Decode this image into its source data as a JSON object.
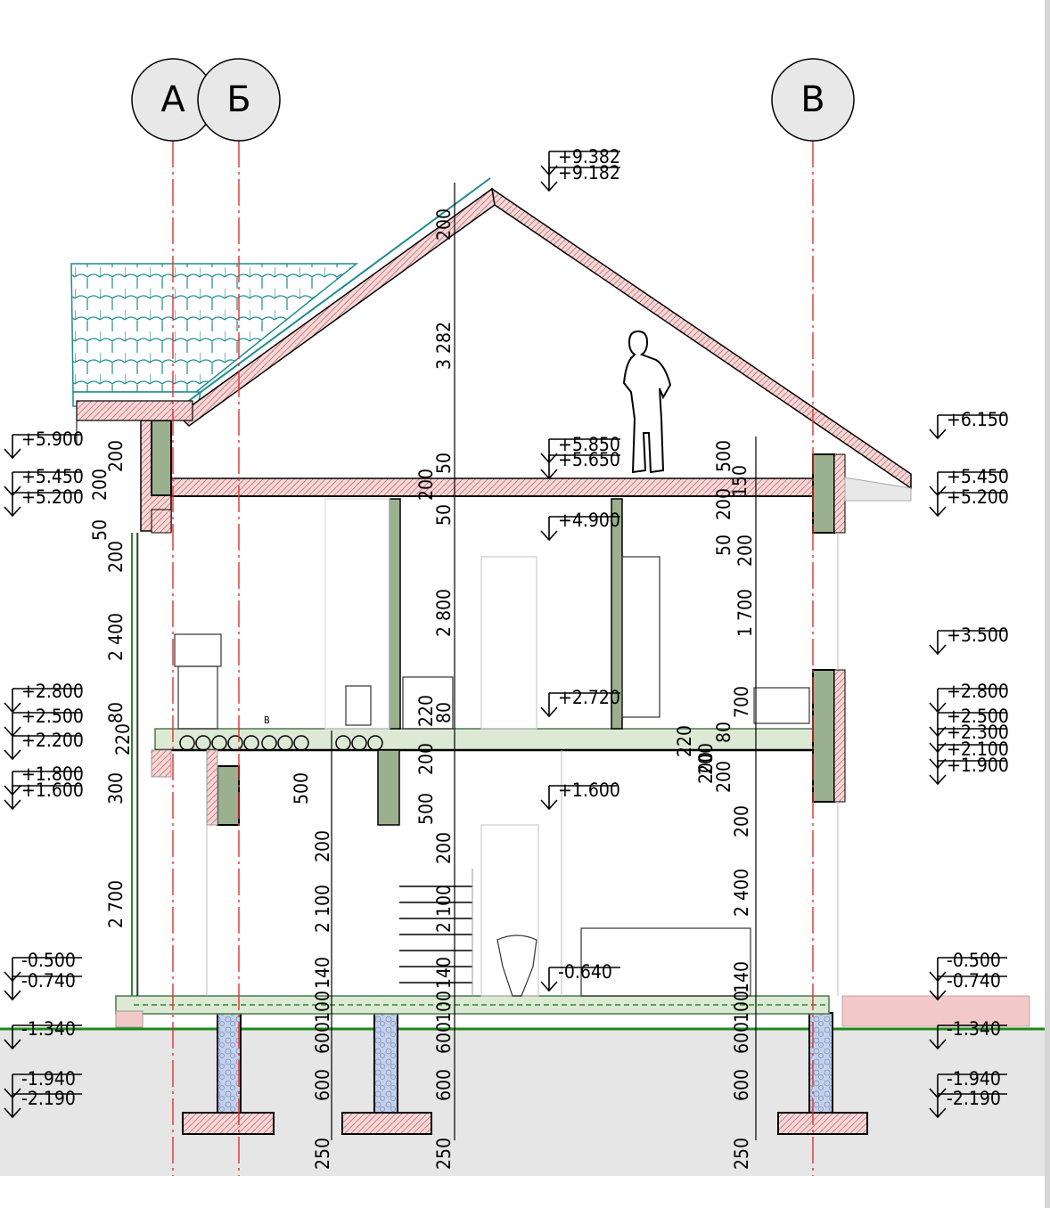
{
  "axes": [
    "А",
    "Б",
    "В"
  ],
  "levels_left": [
    "+5.900",
    "+5.450",
    "+5.200",
    "+2.800",
    "+2.500",
    "+2.200",
    "+1.800",
    "+1.600",
    "-0.500",
    "-0.740",
    "-1.340",
    "-1.940",
    "-2.190"
  ],
  "levels_right": [
    "+6.150",
    "+5.450",
    "+5.200",
    "+3.500",
    "+2.800",
    "+2.500",
    "+2.300",
    "+2.100",
    "+1.900",
    "-0.500",
    "-0.740",
    "-1.340",
    "-1.940",
    "-2.190"
  ],
  "levels_center": [
    "+9.382",
    "+9.182",
    "+5.850",
    "+5.650",
    "+4.900",
    "+2.720",
    "+1.600",
    "-0.640"
  ],
  "dims_left": [
    "200",
    "200",
    "50",
    "200",
    "2 400",
    "80",
    "220",
    "300",
    "2 700"
  ],
  "dims_col1": [
    "500",
    "200",
    "2 100",
    "140",
    "100",
    "600",
    "600",
    "250"
  ],
  "dims_col2": [
    "200",
    "3 282",
    "50",
    "200",
    "50",
    "2 800",
    "220",
    "80",
    "200",
    "500",
    "200",
    "2 100",
    "140",
    "100",
    "600",
    "600",
    "250"
  ],
  "dims_col3": [
    "200",
    "80",
    "220",
    "200",
    "200"
  ],
  "dims_col4": [
    "500",
    "150",
    "200",
    "50",
    "200",
    "1 700",
    "700",
    "200",
    "2 400",
    "140",
    "100",
    "600",
    "600",
    "250"
  ],
  "small_labels": [
    "B"
  ],
  "colors": {
    "axis": "#e03030",
    "roof_tile": "#1f8c8c",
    "wall_green": "#9bb08e",
    "slab_pink": "#f2c8c8",
    "foundation": "#b9c8e6",
    "ground": "#e6e6e6",
    "ground_line": "#1a8a1a"
  }
}
